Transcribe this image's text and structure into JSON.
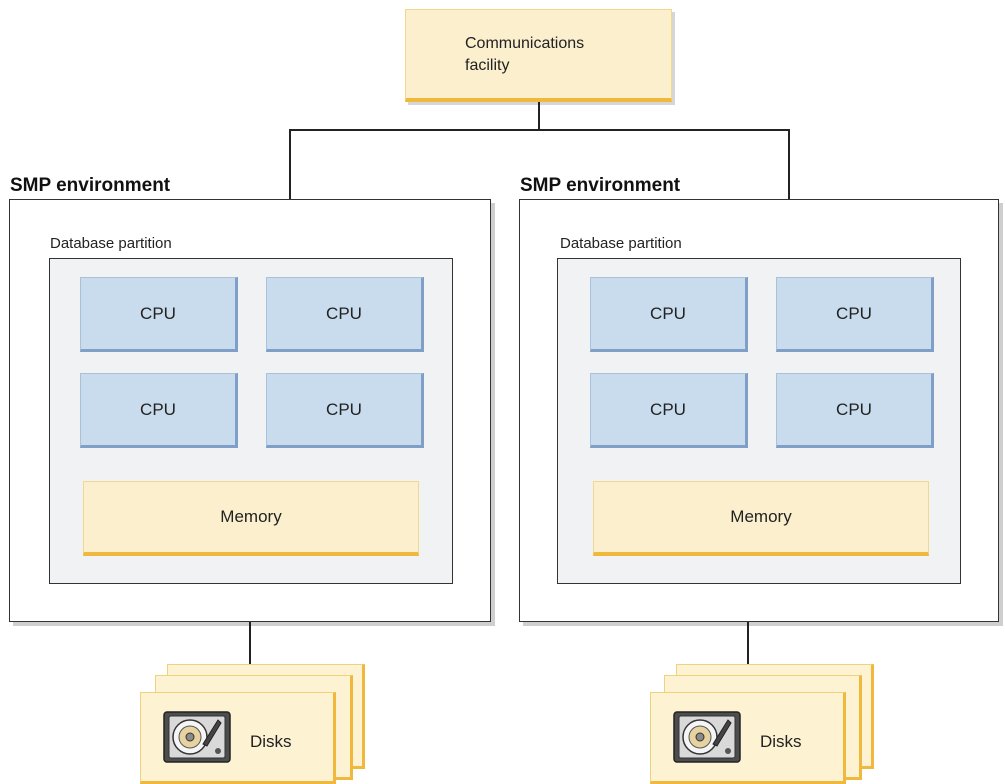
{
  "communications": {
    "label": "Communications\nfacility"
  },
  "environments": [
    {
      "title": "SMP environment",
      "partition_label": "Database partition",
      "cpus": [
        "CPU",
        "CPU",
        "CPU",
        "CPU"
      ],
      "memory_label": "Memory",
      "disks_label": "Disks"
    },
    {
      "title": "SMP environment",
      "partition_label": "Database partition",
      "cpus": [
        "CPU",
        "CPU",
        "CPU",
        "CPU"
      ],
      "memory_label": "Memory",
      "disks_label": "Disks"
    }
  ],
  "icons": {
    "disk": "hard-disk-icon"
  }
}
